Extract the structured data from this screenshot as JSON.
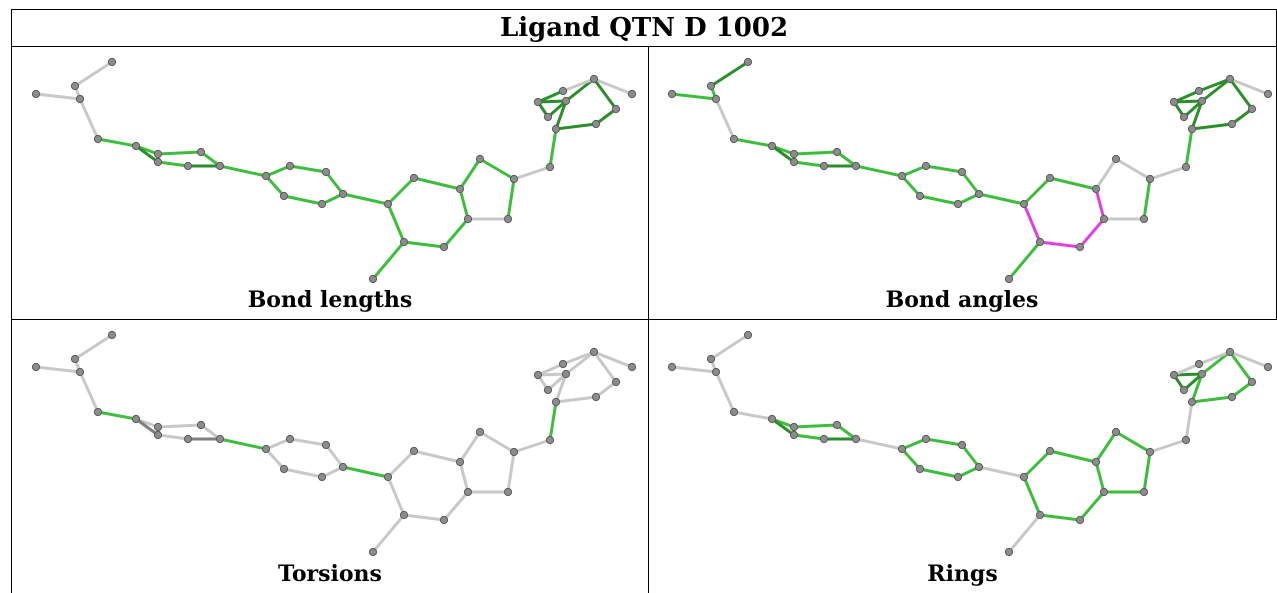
{
  "title": "Ligand QTN D 1002",
  "panels": [
    {
      "caption": "Bond lengths",
      "mode": "lengths"
    },
    {
      "caption": "Bond angles",
      "mode": "angles"
    },
    {
      "caption": "Torsions",
      "mode": "torsions"
    },
    {
      "caption": "Rings",
      "mode": "rings"
    }
  ],
  "colors": {
    "bond_default": "#c8c8c8",
    "bond_ok": "#3cbe3c",
    "bond_ok_dark": "#2a8f2a",
    "bond_outlier": "#e040e0",
    "atom_fill": "#8c8c8c",
    "atom_stroke": "#5a5a5a"
  }
}
